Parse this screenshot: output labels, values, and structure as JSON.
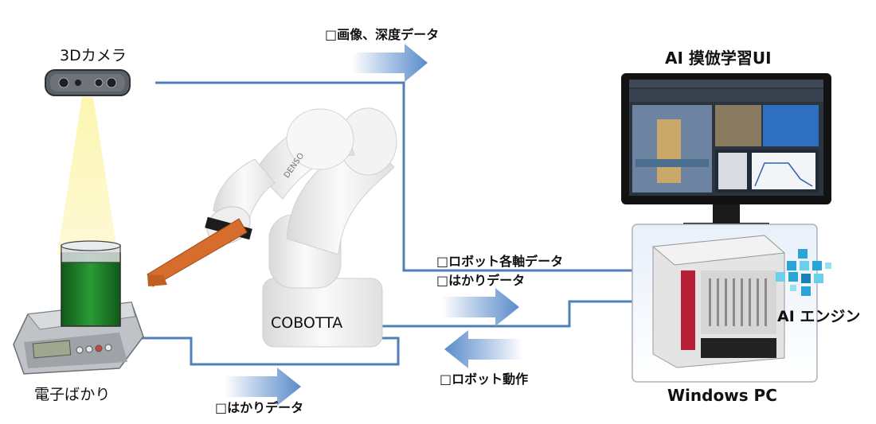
{
  "labels": {
    "camera": "3Dカメラ",
    "scale": "電子ばかり",
    "robot": "COBOTTA",
    "robot_brand": "DENSO",
    "image_data": "□画像、深度データ",
    "ui_title": "AI 摸倣学習UI",
    "joint_data": "□ロボット各軸データ",
    "scale_data_right": "□はかりデータ",
    "robot_motion": "□ロボット動作",
    "scale_data_bottom": "□はかりデータ",
    "ai_engine": "AI エンジン",
    "pc": "Windows PC"
  },
  "colors": {
    "line": "#4f7fb9",
    "arrow": "#8fb0d8",
    "beam": "#f5f0a0",
    "liquid": "#1a7a25",
    "robot": "#f2f2f2",
    "tool": "#d66d2c",
    "pc_red": "#b8203a"
  }
}
